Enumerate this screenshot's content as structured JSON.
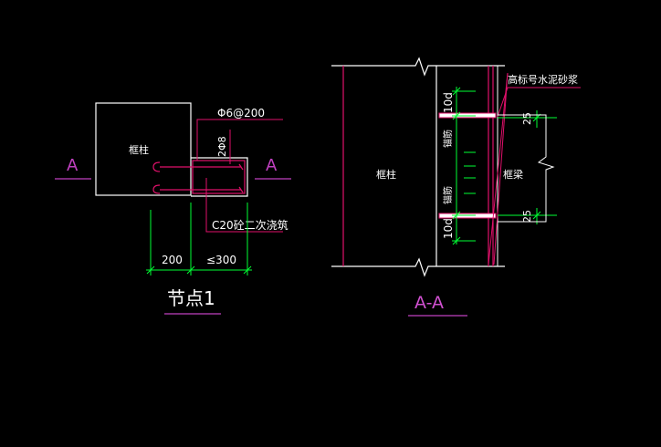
{
  "colors": {
    "background": "#000000",
    "outline": "#ffffff",
    "rebar": "#e0106a",
    "dimension": "#00ff33",
    "leader": "#e0106a",
    "label_magenta": "#c040c0",
    "section_text": "#d050d0"
  },
  "node_view": {
    "column_label": "框柱",
    "rebar_spec": "Φ6@200",
    "rebar_count": "2Φ8",
    "concrete_note": "C20砼二次浇筑",
    "dim_left": "200",
    "dim_right": "≤300",
    "section_marker_left": "A",
    "section_marker_right": "A",
    "title": "节点1"
  },
  "section_view": {
    "column_label": "框柱",
    "beam_label": "框梁",
    "mortar_note": "高标号水泥砂浆",
    "dim_top_v": "10d",
    "dim_bottom_v": "10d",
    "anchor_top": "锚筋",
    "anchor_bottom": "锚筋",
    "gap_top": "25",
    "gap_bottom": "25",
    "title": "A-A"
  }
}
